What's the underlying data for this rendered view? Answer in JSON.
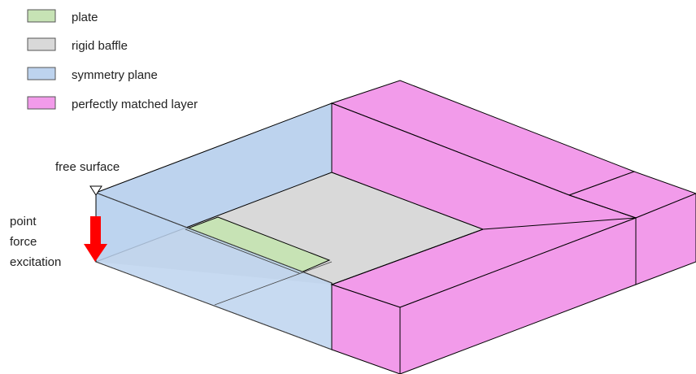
{
  "legend": [
    {
      "label": "plate",
      "color": "#c7e3b5"
    },
    {
      "label": "rigid baffle",
      "color": "#d9d9d9"
    },
    {
      "label": "symmetry plane",
      "color": "#bdd3ee"
    },
    {
      "label": "perfectly matched layer",
      "color": "#f29bea"
    }
  ],
  "annotations": {
    "free_surface": "free surface",
    "excitation_line1": "point",
    "excitation_line2": "force",
    "excitation_line3": "excitation"
  },
  "colors": {
    "plate": "#c7e3b5",
    "baffle": "#d9d9d9",
    "symmetry": "#bdd3ee",
    "pml": "#f29bea",
    "force_arrow": "#ff0000"
  }
}
